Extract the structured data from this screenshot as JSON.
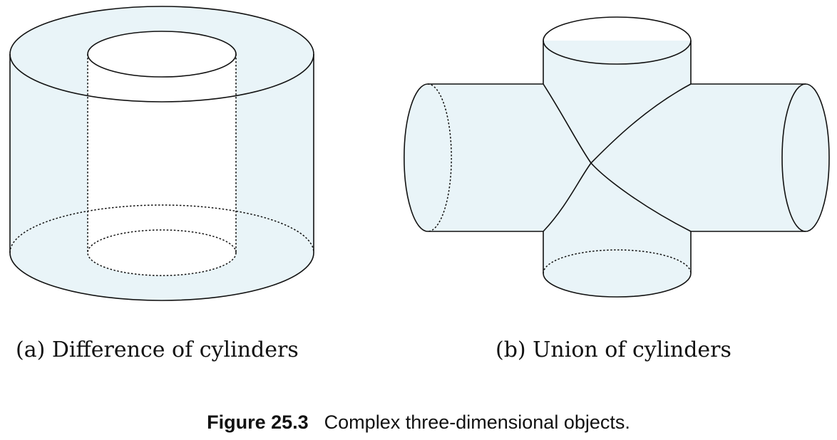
{
  "subfigures": [
    {
      "caption": "(a) Difference of cylinders"
    },
    {
      "caption": "(b) Union of cylinders"
    }
  ],
  "figure": {
    "label": "Figure 25.3",
    "caption": "Complex three-dimensional objects."
  },
  "colors": {
    "surface_fill": "#e9f4f8",
    "line": "#111111",
    "background": "#ffffff"
  }
}
